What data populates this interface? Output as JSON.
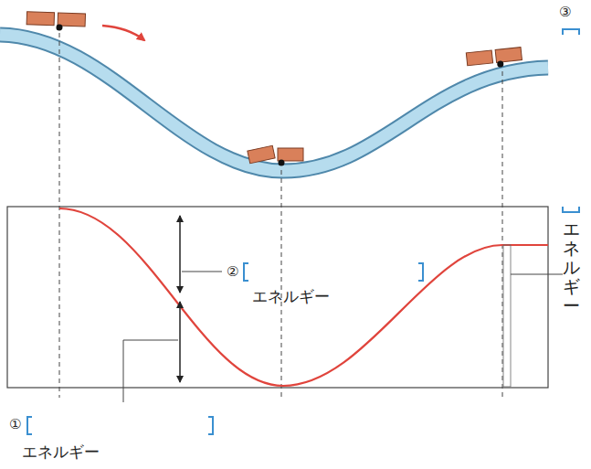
{
  "diagram": {
    "labels": [
      "①",
      "エネルギー",
      "②",
      "エネルギー",
      "③",
      "エネルギー"
    ]
  }
}
